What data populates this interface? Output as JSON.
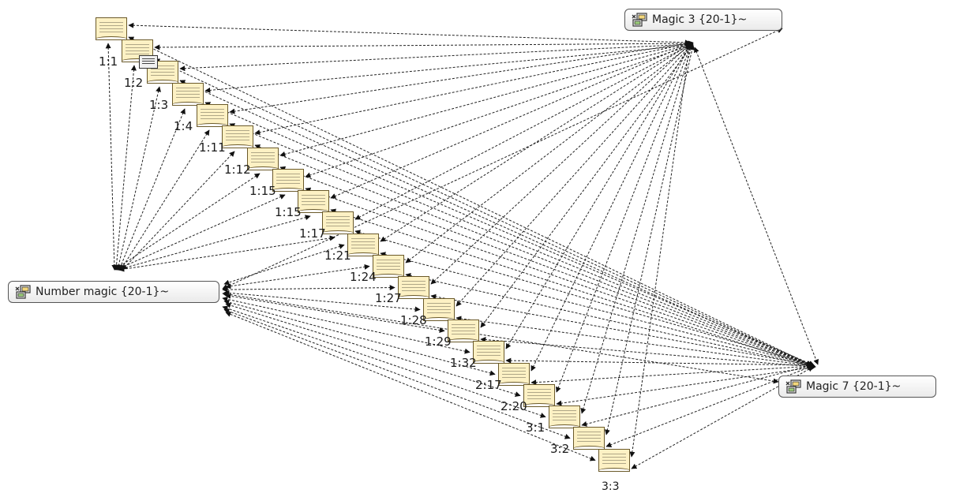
{
  "codes": [
    {
      "id": "top",
      "label": ""
    },
    {
      "id": "c1",
      "label": "1:1"
    },
    {
      "id": "c2",
      "label": "1:2"
    },
    {
      "id": "c3",
      "label": "1:3"
    },
    {
      "id": "c4",
      "label": "1:4"
    },
    {
      "id": "c5",
      "label": "1:11"
    },
    {
      "id": "c6",
      "label": "1:12"
    },
    {
      "id": "c7",
      "label": "1:15"
    },
    {
      "id": "c8",
      "label": "1:15"
    },
    {
      "id": "c9",
      "label": "1:17"
    },
    {
      "id": "c10",
      "label": "1:21"
    },
    {
      "id": "c11",
      "label": "1:24"
    },
    {
      "id": "c12",
      "label": "1:27"
    },
    {
      "id": "c13",
      "label": "1:28"
    },
    {
      "id": "c14",
      "label": "1:29"
    },
    {
      "id": "c15",
      "label": "1:32"
    },
    {
      "id": "c16",
      "label": "2:17"
    },
    {
      "id": "c17",
      "label": "2:20"
    },
    {
      "id": "c18",
      "label": "3:1"
    },
    {
      "id": "c19",
      "label": "3:2"
    },
    {
      "id": "c20",
      "label": "3:3"
    }
  ],
  "categories": {
    "number_magic": "Number magic {20-1}~",
    "magic3": "Magic 3 {20-1}~",
    "magic7": "Magic 7 {20-1}~"
  },
  "icons": {
    "category": "network-category-icon",
    "code": "code-document-icon",
    "memo": "memo-icon"
  },
  "colors": {
    "code_fill": "#fdf1c4",
    "edge": "#222222",
    "category_border": "#555555"
  }
}
